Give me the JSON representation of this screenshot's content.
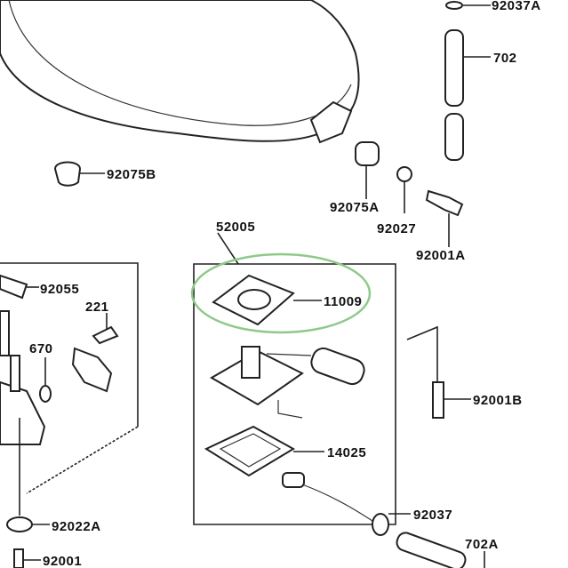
{
  "diagram": {
    "labels": {
      "p92037A": "92037A",
      "p702": "702",
      "p92075B": "92075B",
      "p92075A": "92075A",
      "p92027": "92027",
      "p92001A": "92001A",
      "p52005": "52005",
      "p92055": "92055",
      "p221": "221",
      "p670": "670",
      "p11009": "11009",
      "p92001B": "92001B",
      "p14025": "14025",
      "p92022A": "92022A",
      "p92037": "92037",
      "p702A": "702A",
      "p92001": "92001"
    },
    "highlight_color": "#8fc98a"
  }
}
